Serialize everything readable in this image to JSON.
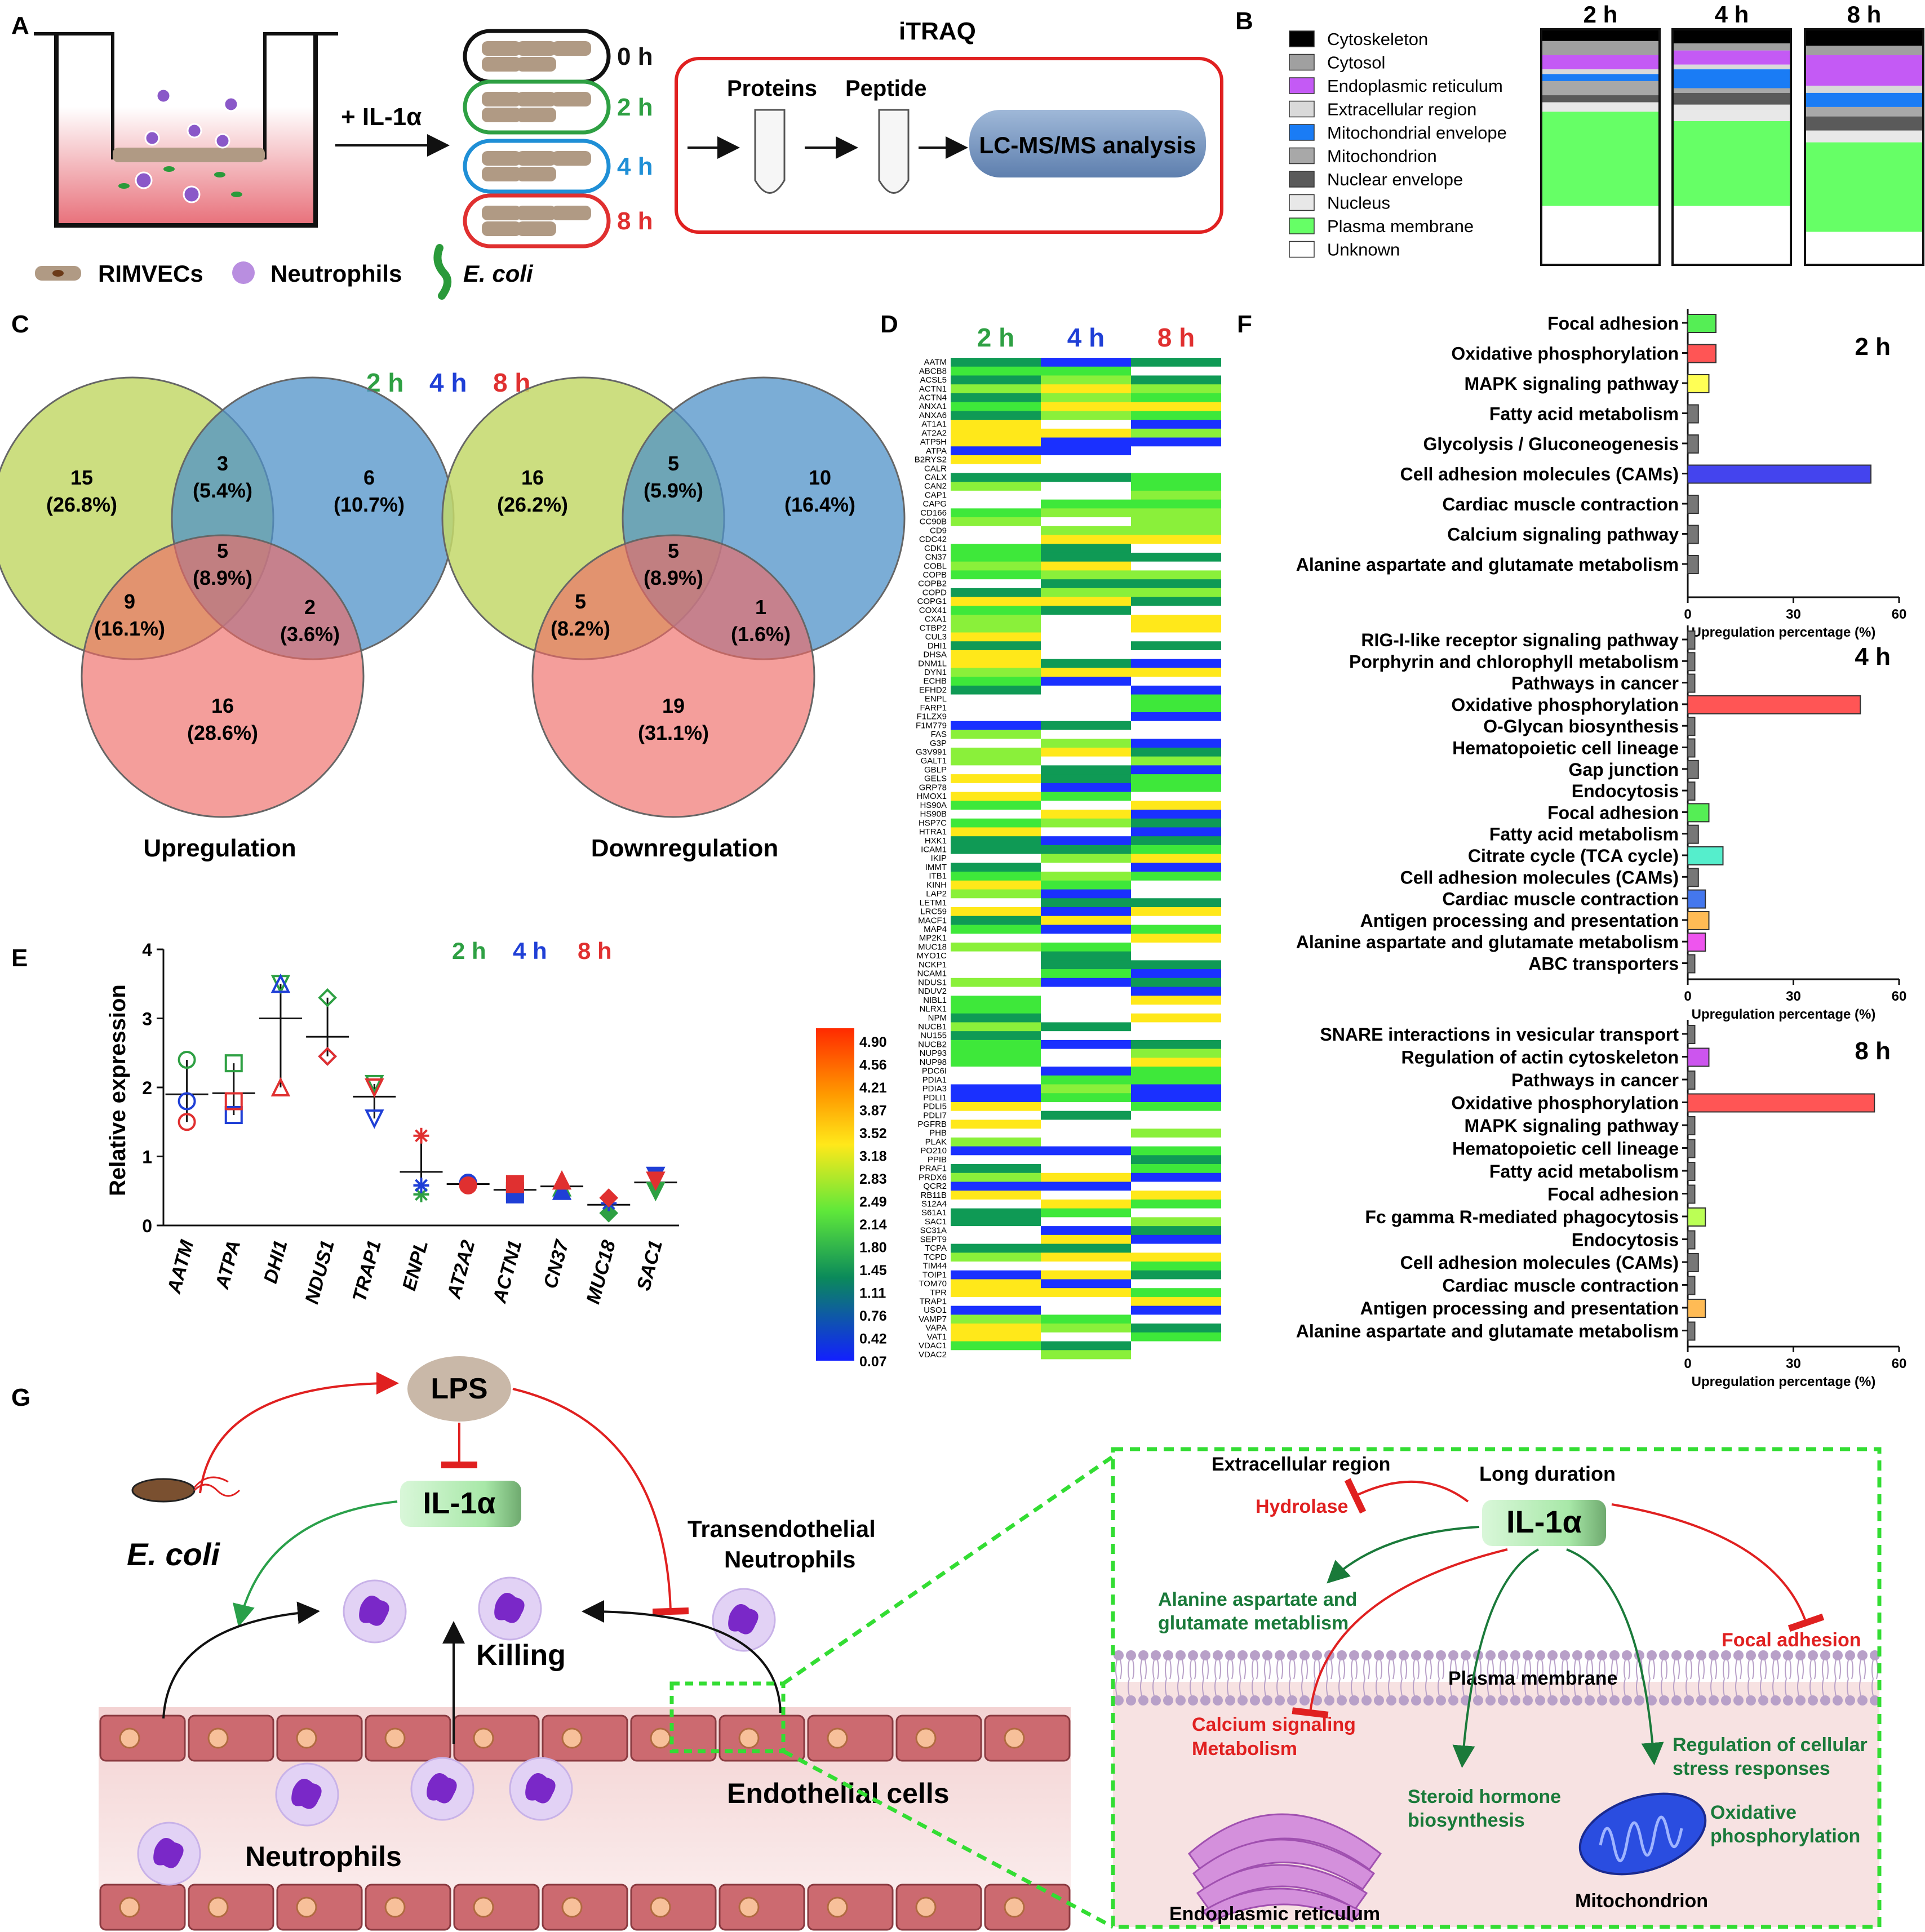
{
  "panel_labels": [
    "A",
    "B",
    "C",
    "D",
    "E",
    "F",
    "G"
  ],
  "panelA": {
    "legend_cells": "RIMVECs",
    "legend_neutro": "Neutrophils",
    "legend_ecoli": "E. coli",
    "il1a": "+ IL-1α",
    "timepoints": [
      {
        "label": "0 h",
        "color": "#111111"
      },
      {
        "label": "2 h",
        "color": "#2ea043"
      },
      {
        "label": "4 h",
        "color": "#1f8fd6"
      },
      {
        "label": "8 h",
        "color": "#e03030"
      }
    ],
    "itraq": "iTRAQ",
    "proteins": "Proteins",
    "peptide": "Peptide",
    "lcms": "LC-MS/MS analysis"
  },
  "panelB": {
    "times": [
      "2 h",
      "4 h",
      "8 h"
    ],
    "legend": [
      {
        "name": "Cytoskeleton",
        "color": "#000000"
      },
      {
        "name": "Cytosol",
        "color": "#a0a0a0"
      },
      {
        "name": "Endoplasmic reticulum",
        "color": "#c45af5"
      },
      {
        "name": "Extracellular region",
        "color": "#d9d9d9"
      },
      {
        "name": "Mitochondrial envelope",
        "color": "#1a7cf5"
      },
      {
        "name": "Mitochondrion",
        "color": "#a8a8a8"
      },
      {
        "name": "Nuclear envelope",
        "color": "#5a5a5a"
      },
      {
        "name": "Nucleus",
        "color": "#e8e8e8"
      },
      {
        "name": "Plasma membrane",
        "color": "#66ff66"
      },
      {
        "name": "Unknown",
        "color": "#ffffff"
      }
    ]
  },
  "chart_data": [
    {
      "type": "bar",
      "stacked": true,
      "categories": [
        "2 h",
        "4 h",
        "8 h"
      ],
      "series": [
        {
          "name": "Cytoskeleton",
          "values": [
            5,
            6,
            7
          ]
        },
        {
          "name": "Cytosol",
          "values": [
            6,
            3,
            4
          ]
        },
        {
          "name": "Endoplasmic reticulum",
          "values": [
            6,
            6,
            13
          ]
        },
        {
          "name": "Extracellular region",
          "values": [
            2,
            2,
            3
          ]
        },
        {
          "name": "Mitochondrial envelope",
          "values": [
            3,
            8,
            6
          ]
        },
        {
          "name": "Mitochondrion",
          "values": [
            6,
            2,
            4
          ]
        },
        {
          "name": "Nuclear envelope",
          "values": [
            3,
            5,
            6
          ]
        },
        {
          "name": "Nucleus",
          "values": [
            4,
            7,
            5
          ]
        },
        {
          "name": "Plasma membrane",
          "values": [
            40,
            36,
            38
          ]
        },
        {
          "name": "Unknown",
          "values": [
            25,
            25,
            14
          ]
        }
      ]
    },
    {
      "type": "scatter",
      "ylabel": "Relative expression",
      "ylim": [
        0,
        4
      ],
      "yticks": [
        "0",
        "1",
        "2",
        "3",
        "4"
      ],
      "categories": [
        "AATM",
        "ATPA",
        "DHI1",
        "NDUS1",
        "TRAP1",
        "ENPL",
        "AT2A2",
        "ACTN1",
        "CN37",
        "MUC18",
        "SAC1"
      ],
      "series": [
        {
          "name": "2 h",
          "values": [
            2.4,
            2.35,
            3.5,
            3.3,
            2.05,
            0.45,
            0.6,
            0.5,
            0.55,
            0.18,
            0.5
          ]
        },
        {
          "name": "4 h",
          "values": [
            1.8,
            1.6,
            3.5,
            2.45,
            1.55,
            0.58,
            0.62,
            0.45,
            0.5,
            0.32,
            0.72
          ]
        },
        {
          "name": "8 h",
          "values": [
            1.5,
            1.8,
            2.0,
            2.45,
            2.0,
            1.3,
            0.58,
            0.6,
            0.65,
            0.4,
            0.65
          ]
        }
      ]
    },
    {
      "type": "bar",
      "orientation": "horizontal",
      "xlabel": "Upregulation percentage (%)",
      "xlim": [
        0,
        60
      ],
      "xticks": [
        "0",
        "30",
        "60"
      ],
      "time": "2 h",
      "categories": [
        "Focal adhesion",
        "Oxidative phosphorylation",
        "MAPK signaling pathway",
        "Fatty acid metabolism",
        "Glycolysis / Gluconeogenesis",
        "Cell adhesion molecules (CAMs)",
        "Cardiac muscle contraction",
        "Calcium signaling pathway",
        "Alanine aspartate and glutamate metabolism"
      ],
      "values": [
        8,
        8,
        6,
        3,
        3,
        52,
        3,
        3,
        3
      ]
    },
    {
      "type": "bar",
      "orientation": "horizontal",
      "xlabel": "Upregulation percentage (%)",
      "xlim": [
        0,
        60
      ],
      "xticks": [
        "0",
        "30",
        "60"
      ],
      "time": "4 h",
      "categories": [
        "RIG-I-like receptor signaling pathway",
        "Porphyrin and chlorophyll metabolism",
        "Pathways in cancer",
        "Oxidative phosphorylation",
        "O-Glycan biosynthesis",
        "Hematopoietic cell lineage",
        "Gap junction",
        "Endocytosis",
        "Focal adhesion",
        "Fatty acid metabolism",
        "Citrate cycle (TCA cycle)",
        "Cell adhesion molecules (CAMs)",
        "Cardiac muscle contraction",
        "Antigen processing and presentation",
        "Alanine aspartate and glutamate metabolism",
        "ABC transporters"
      ],
      "values": [
        2,
        2,
        2,
        49,
        2,
        2,
        3,
        2,
        6,
        3,
        10,
        3,
        5,
        6,
        5,
        2
      ]
    },
    {
      "type": "bar",
      "orientation": "horizontal",
      "xlabel": "Upregulation percentage (%)",
      "xlim": [
        0,
        60
      ],
      "xticks": [
        "0",
        "30",
        "60"
      ],
      "time": "8 h",
      "categories": [
        "SNARE interactions in vesicular transport",
        "Regulation of actin cytoskeleton",
        "Pathways in cancer",
        "Oxidative phosphorylation",
        "MAPK signaling pathway",
        "Hematopoietic cell lineage",
        "Fatty acid metabolism",
        "Focal adhesion",
        "Fc gamma R-mediated phagocytosis",
        "Endocytosis",
        "Cell adhesion molecules (CAMs)",
        "Cardiac muscle contraction",
        "Antigen processing and presentation",
        "Alanine aspartate and glutamate metabolism"
      ],
      "values": [
        2,
        6,
        2,
        53,
        2,
        2,
        2,
        2,
        5,
        2,
        3,
        2,
        5,
        2
      ]
    },
    {
      "type": "heatmap",
      "columns": [
        "2 h",
        "4 h",
        "8 h"
      ],
      "scale": [
        "4.90",
        "4.56",
        "4.21",
        "3.87",
        "3.52",
        "3.18",
        "2.83",
        "2.49",
        "2.14",
        "1.80",
        "1.45",
        "1.11",
        "0.76",
        "0.42",
        "0.07"
      ]
    }
  ],
  "bar_colors": {
    "2 h": [
      "#55ee55",
      "#ff5555",
      "#ffff55",
      "#777777",
      "#777777",
      "#4444ee",
      "#777777",
      "#777777",
      "#777777"
    ],
    "4 h": [
      "#777777",
      "#777777",
      "#777777",
      "#ff5555",
      "#777777",
      "#777777",
      "#777777",
      "#777777",
      "#55ee55",
      "#777777",
      "#55eecc",
      "#777777",
      "#4477ee",
      "#ffbb55",
      "#ee55ee",
      "#777777"
    ],
    "8 h": [
      "#777777",
      "#cc55ee",
      "#777777",
      "#ff5555",
      "#777777",
      "#777777",
      "#777777",
      "#777777",
      "#bbff55",
      "#777777",
      "#777777",
      "#777777",
      "#ffbb55",
      "#777777"
    ]
  },
  "panelC": {
    "legend": [
      {
        "label": "2 h",
        "color": "#2ea043"
      },
      {
        "label": "4 h",
        "color": "#1f3fd6"
      },
      {
        "label": "8 h",
        "color": "#e03030"
      }
    ],
    "up": {
      "title": "Upregulation",
      "regions": [
        [
          "15",
          "(26.8%)"
        ],
        [
          "3",
          "(5.4%)"
        ],
        [
          "6",
          "(10.7%)"
        ],
        [
          "5",
          "(8.9%)"
        ],
        [
          "9",
          "(16.1%)"
        ],
        [
          "2",
          "(3.6%)"
        ],
        [
          "16",
          "(28.6%)"
        ]
      ]
    },
    "down": {
      "title": "Downregulation",
      "regions": [
        [
          "16",
          "(26.2%)"
        ],
        [
          "5",
          "(5.9%)"
        ],
        [
          "10",
          "(16.4%)"
        ],
        [
          "5",
          "(8.9%)"
        ],
        [
          "5",
          "(8.2%)"
        ],
        [
          "1",
          "(1.6%)"
        ],
        [
          "19",
          "(31.1%)"
        ]
      ]
    }
  },
  "panelD": {
    "genes": [
      "AATM",
      "ABCB8",
      "ACSL5",
      "ACTN1",
      "ACTN4",
      "ANXA1",
      "ANXA6",
      "AT1A1",
      "AT2A2",
      "ATP5H",
      "ATPA",
      "B2RYS2",
      "CALR",
      "CALX",
      "CAN2",
      "CAP1",
      "CAPG",
      "CD166",
      "CC90B",
      "CD9",
      "CDC42",
      "CDK1",
      "CN37",
      "COBL",
      "COPB",
      "COPB2",
      "COPD",
      "COPG1",
      "COX41",
      "CXA1",
      "CTBP2",
      "CUL3",
      "DHI1",
      "DHSA",
      "DNM1L",
      "DYN1",
      "ECHB",
      "EFHD2",
      "ENPL",
      "FARP1",
      "F1LZX9",
      "F1M779",
      "FAS",
      "G3P",
      "G3V991",
      "GALT1",
      "GBLP",
      "GELS",
      "GRP78",
      "HMOX1",
      "HS90A",
      "HS90B",
      "HSP7C",
      "HTRA1",
      "HXK1",
      "ICAM1",
      "IKIP",
      "IMMT",
      "ITB1",
      "KINH",
      "LAP2",
      "LETM1",
      "LRC59",
      "MACF1",
      "MAP4",
      "MP2K1",
      "MUC18",
      "MYO1C",
      "NCKP1",
      "NCAM1",
      "NDUS1",
      "NDUV2",
      "NIBL1",
      "NLRX1",
      "NPM",
      "NUCB1",
      "NU155",
      "NUCB2",
      "NUP93",
      "NUP98",
      "PDC6I",
      "PDIA1",
      "PDIA3",
      "PDLI1",
      "PDLI5",
      "PDLI7",
      "PGFRB",
      "PHB",
      "PLAK",
      "PO210",
      "PPIB",
      "PRAF1",
      "PRDX6",
      "QCR2",
      "RB11B",
      "S12A4",
      "S61A1",
      "SAC1",
      "SC31A",
      "SEPT9",
      "TCPA",
      "TCPD",
      "TIM44",
      "TOIP1",
      "TOM70",
      "TPR",
      "TRAP1",
      "USO1",
      "VAMP7",
      "VAPA",
      "VAT1",
      "VDAC1",
      "VDAC2"
    ]
  },
  "panelG": {
    "lps": "LPS",
    "il1a": "IL-1α",
    "ecoli": "E. coli",
    "transendo1": "Transendothelial",
    "transendo2": "Neutrophils",
    "killing": "Killing",
    "neutrophils": "Neutrophils",
    "endothelial": "Endothelial cells",
    "extracellular": "Extracellular region",
    "long_duration": "Long duration",
    "hydrolase": "Hydrolase",
    "alanine1": "Alanine aspartate and",
    "alanine2": "glutamate metablism",
    "focal": "Focal adhesion",
    "plasma": "Plasma membrane",
    "calcium1": "Calcium signaling",
    "calcium2": "Metabolism",
    "stress1": "Regulation of cellular",
    "stress2": "stress responses",
    "steroid1": "Steroid hormone",
    "steroid2": "biosynthesis",
    "oxphos1": "Oxidative",
    "oxphos2": "phosphorylation",
    "er": "Endoplasmic reticulum",
    "mito": "Mitochondrion"
  }
}
